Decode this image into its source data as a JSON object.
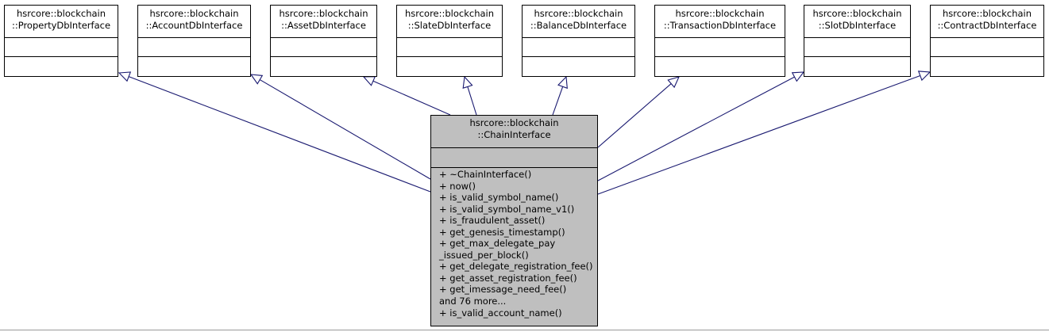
{
  "base_classes": [
    {
      "id": "property",
      "line1": "hsrcore::blockchain",
      "line2": "::PropertyDbInterface"
    },
    {
      "id": "account",
      "line1": "hsrcore::blockchain",
      "line2": "::AccountDbInterface"
    },
    {
      "id": "asset",
      "line1": "hsrcore::blockchain",
      "line2": "::AssetDbInterface"
    },
    {
      "id": "slate",
      "line1": "hsrcore::blockchain",
      "line2": "::SlateDbInterface"
    },
    {
      "id": "balance",
      "line1": "hsrcore::blockchain",
      "line2": "::BalanceDbInterface"
    },
    {
      "id": "transaction",
      "line1": "hsrcore::blockchain",
      "line2": "::TransactionDbInterface"
    },
    {
      "id": "slot",
      "line1": "hsrcore::blockchain",
      "line2": "::SlotDbInterface"
    },
    {
      "id": "contract",
      "line1": "hsrcore::blockchain",
      "line2": "::ContractDbInterface"
    }
  ],
  "derived_class": {
    "line1": "hsrcore::blockchain",
    "line2": "::ChainInterface",
    "methods": [
      "+ ~ChainInterface()",
      "+ now()",
      "+ is_valid_symbol_name()",
      "+ is_valid_symbol_name_v1()",
      "+ is_fraudulent_asset()",
      "+ get_genesis_timestamp()",
      "+ get_max_delegate_pay",
      "_issued_per_block()",
      "+ get_delegate_registration_fee()",
      "+ get_asset_registration_fee()",
      "+ get_imessage_need_fee()",
      "and 76 more...",
      "+ is_valid_account_name()"
    ]
  },
  "colors": {
    "derived_fill": "#bfbfbf",
    "edge": "#191970",
    "border": "#000000"
  }
}
